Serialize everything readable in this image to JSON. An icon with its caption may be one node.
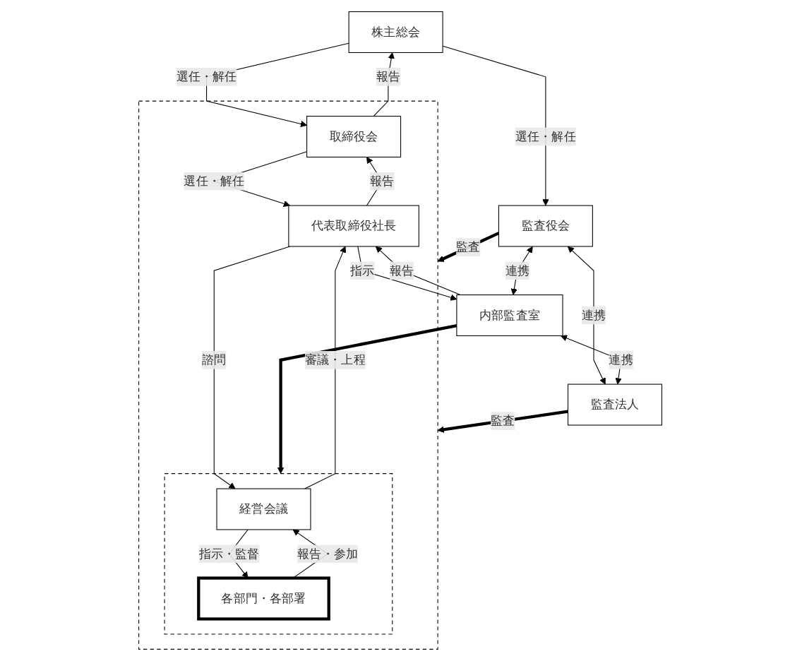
{
  "diagram": {
    "nodes": [
      {
        "text": [
          "株主総会"
        ]
      },
      {
        "text": [],
        "shape": "box"
      },
      {
        "text": [
          "取締役会"
        ],
        "in": 1
      },
      {
        "text": [
          "監査役会"
        ]
      },
      {
        "text": [
          "代表取締役社長"
        ],
        "in": 1
      },
      {
        "text": [
          "内部監査室"
        ]
      },
      {
        "text": [],
        "shape": "box",
        "in": 1
      },
      {
        "text": [
          "経営会議"
        ],
        "in": 6
      },
      {
        "text": [
          "監査法人"
        ]
      },
      {
        "text": [
          "各部門・各部署"
        ],
        "in": 6
      }
    ],
    "edges": [
      {
        "from": 0,
        "to": 2,
        "arrow": "to",
        "label": "選任・解任"
      },
      {
        "from": 2,
        "to": 0,
        "arrow": "to",
        "label": "報告"
      },
      {
        "from": 0,
        "to": 3,
        "arrow": "to",
        "label": "選任・解任"
      },
      {
        "from": 3,
        "to": 1,
        "arrow": "to",
        "label": "監査",
        "style": "thick"
      },
      {
        "from": 2,
        "to": 4,
        "arrow": "to",
        "label": "選任・解任"
      },
      {
        "from": 4,
        "to": 2,
        "arrow": "to",
        "label": "報告"
      },
      {
        "from": 3,
        "to": 5,
        "arrow": "both",
        "label": "連携"
      },
      {
        "from": 3,
        "to": 8,
        "arrow": "both",
        "label": "連携"
      },
      {
        "from": 4,
        "to": 5,
        "arrow": "to",
        "label": "指示"
      },
      {
        "from": 5,
        "to": 4,
        "arrow": "to",
        "label": "報告"
      },
      {
        "from": 5,
        "to": 6,
        "arrow": "to",
        "style": "thick"
      },
      {
        "from": 5,
        "to": 8,
        "arrow": "both",
        "label": "連携"
      },
      {
        "from": 8,
        "to": 1,
        "arrow": "to",
        "label": "監査",
        "style": "thick"
      },
      {
        "from": 4,
        "to": 7,
        "arrow": "to",
        "label": "諮問"
      },
      {
        "from": 7,
        "to": 4,
        "arrow": "to",
        "label": "審議・上程"
      },
      {
        "from": 7,
        "to": 9,
        "arrow": "to",
        "label": "指示・監督"
      },
      {
        "from": 9,
        "to": 7,
        "arrow": "to",
        "label": "報告・参加"
      }
    ]
  }
}
